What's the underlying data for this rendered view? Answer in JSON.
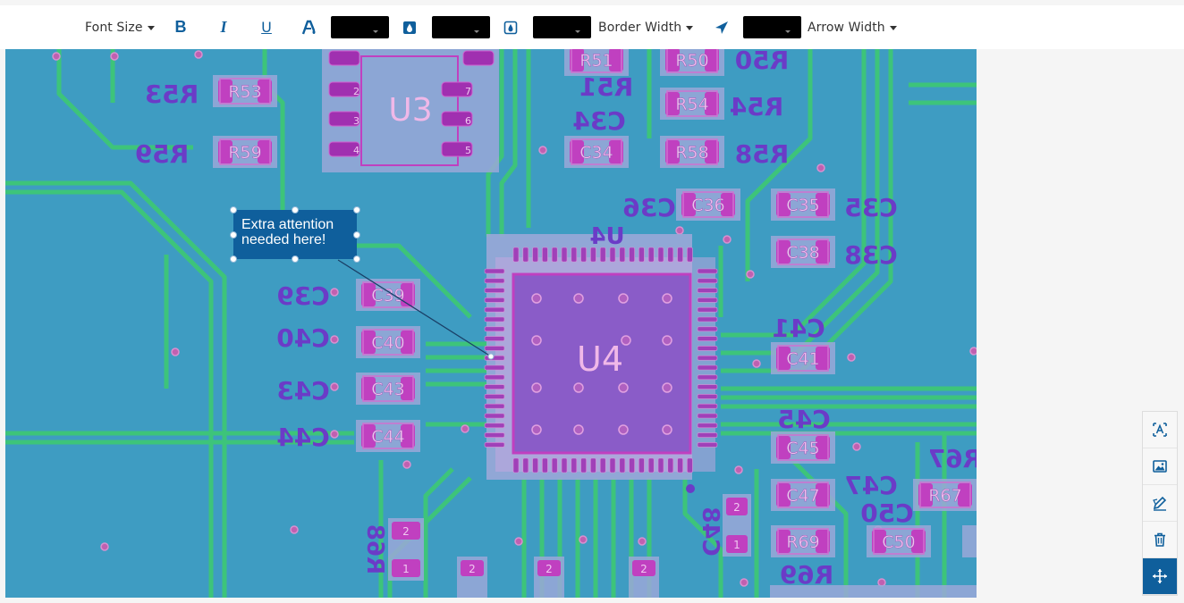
{
  "toolbar": {
    "font_size_label": "Font Size",
    "border_width_label": "Border Width",
    "arrow_width_label": "Arrow Width",
    "bold_glyph": "B",
    "italic_glyph": "I",
    "underline_glyph": "U",
    "swatch_color": "#000000",
    "accent_color": "#0f5f9c"
  },
  "annotation": {
    "line1": "Extra attention",
    "line2": "needed here!",
    "bg_color": "#0f5f9c"
  },
  "pcb": {
    "board_color": "#3e9cc2",
    "trace_color": "#3dc47a",
    "silk_color": "#6b3bc7",
    "pad_color": "#c040c0",
    "components": [
      {
        "ref": "R51",
        "silk": "R51"
      },
      {
        "ref": "R50",
        "silk": "R50"
      },
      {
        "ref": "R53",
        "silk": "R53"
      },
      {
        "ref": "R54",
        "silk": "R54"
      },
      {
        "ref": "C34",
        "silk": "C34"
      },
      {
        "ref": "R59",
        "silk": "R59"
      },
      {
        "ref": "R58",
        "silk": "R58"
      },
      {
        "ref": "C36",
        "silk": "C36"
      },
      {
        "ref": "C35",
        "silk": "C35"
      },
      {
        "ref": "C38",
        "silk": "C38"
      },
      {
        "ref": "C39",
        "silk": "C39"
      },
      {
        "ref": "C40",
        "silk": "C40"
      },
      {
        "ref": "C41",
        "silk": "C41"
      },
      {
        "ref": "C43",
        "silk": "C43"
      },
      {
        "ref": "C44",
        "silk": "C44"
      },
      {
        "ref": "C45",
        "silk": "C45"
      },
      {
        "ref": "C47",
        "silk": "C47"
      },
      {
        "ref": "R67",
        "silk": "R67"
      },
      {
        "ref": "C50",
        "silk": "C50"
      },
      {
        "ref": "R69",
        "silk": "R69"
      },
      {
        "ref": "R68",
        "silk": "R68"
      },
      {
        "ref": "C48",
        "silk": "C48"
      }
    ],
    "ic_u3": "U3",
    "ic_u4": "U4",
    "u3_pins": [
      "2",
      "3",
      "4",
      "7",
      "6",
      "5"
    ],
    "small_pins": [
      "1",
      "2"
    ]
  },
  "sidebar": {
    "tools": [
      {
        "name": "text-tool",
        "icon": "text-box-icon"
      },
      {
        "name": "image-tool",
        "icon": "image-icon"
      },
      {
        "name": "edit-tool",
        "icon": "edit-pen-icon"
      },
      {
        "name": "delete-tool",
        "icon": "trash-icon"
      },
      {
        "name": "move-tool",
        "icon": "move-arrows-icon",
        "active": true
      }
    ]
  }
}
